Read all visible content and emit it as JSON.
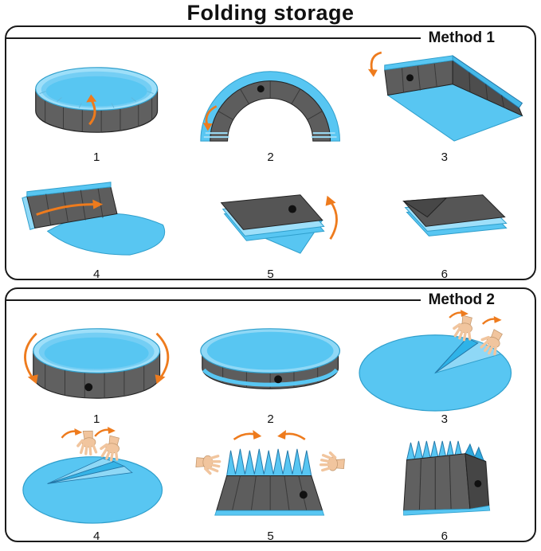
{
  "page": {
    "title": "Folding storage"
  },
  "method1": {
    "label": "Method 1",
    "steps": [
      "1",
      "2",
      "3",
      "4",
      "5",
      "6"
    ],
    "step_descriptions": [
      "pool-upright-arrow-up",
      "pool-folded-half-arch",
      "pool-arch-laid-down",
      "wall-folded-flat-arrow-right",
      "stack-with-triangle-flap",
      "compact-folded-stack"
    ]
  },
  "method2": {
    "label": "Method 2",
    "steps": [
      "1",
      "2",
      "3",
      "4",
      "5",
      "6"
    ],
    "step_descriptions": [
      "pool-upright-arrows-collapse",
      "pool-walls-collapsed-disk",
      "hands-pull-edge-wedge",
      "hands-fan-fold",
      "hands-press-accordion-pleats",
      "accordion-bundle-upright"
    ]
  },
  "colors": {
    "pool_blue": "#58c6f2",
    "pool_blue_light": "#9edff9",
    "pool_gray": "#5d5d5d",
    "arrow_orange": "#ee7b1d",
    "outline_black": "#1a1a1a",
    "hand_skin": "#f1c59e"
  }
}
